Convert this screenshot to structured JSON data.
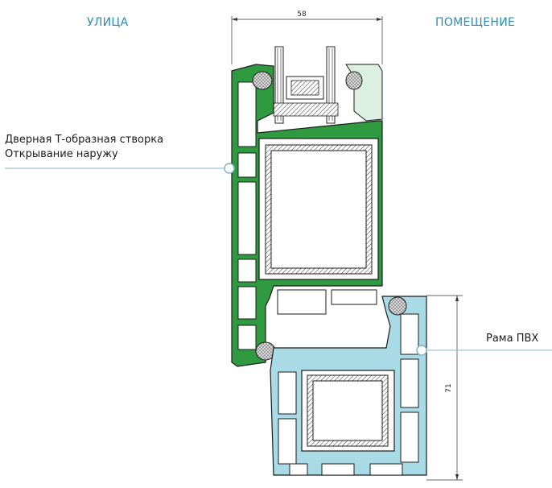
{
  "labels": {
    "outside": "УЛИЦА",
    "inside": "ПОМЕЩЕНИЕ"
  },
  "callouts": {
    "sash_title": "Дверная Т-образная створка",
    "sash_subtitle": "Открывание наружу",
    "frame_title": "Рама ПВХ"
  },
  "dimensions": {
    "top_width": "58",
    "frame_height": "71"
  },
  "colors": {
    "sash_fill": "#2f9a3f",
    "frame_fill": "#a9dbe7",
    "outline": "#1b1b1b",
    "leader": "#7fb6c9",
    "label_blue": "#2b8bb3",
    "gasket": "#8a8a8a"
  }
}
